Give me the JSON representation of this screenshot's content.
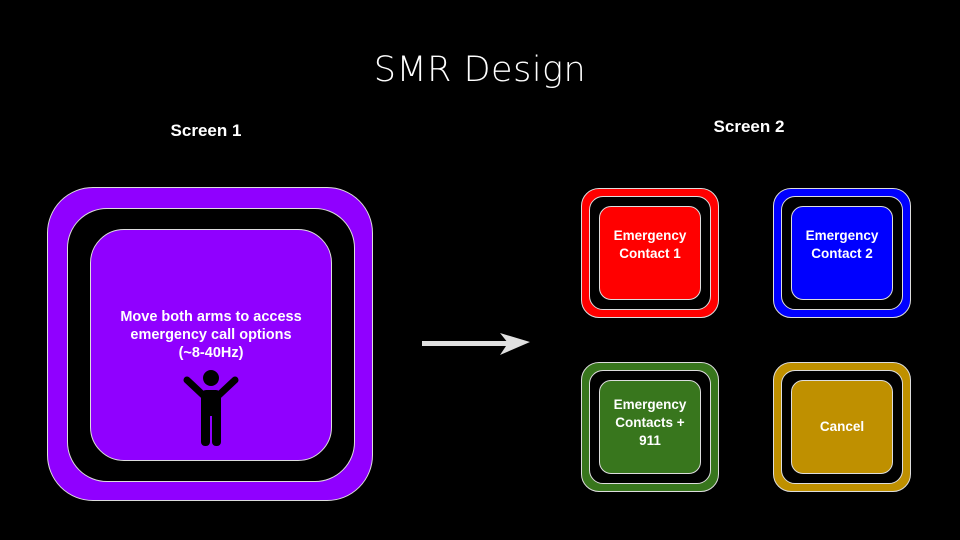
{
  "title": "SMR Design",
  "colors": {
    "background": "#000000",
    "screen1": "#9000ff",
    "contact1": "#ff0000",
    "contact2": "#0000ff",
    "contacts911": "#38761d",
    "cancel": "#bf9000",
    "arrow": "#e0e0e0"
  },
  "screen1": {
    "label": "Screen 1",
    "instruction_line1": "Move both arms to access",
    "instruction_line2": "emergency call options",
    "instruction_line3": "(~8-40Hz)",
    "icon": "person-arms-raised-icon"
  },
  "transition": {
    "icon": "right-arrow-icon"
  },
  "screen2": {
    "label": "Screen 2",
    "options": [
      {
        "line1": "Emergency",
        "line2": "Contact 1",
        "line3": ""
      },
      {
        "line1": "Emergency",
        "line2": "Contact 2",
        "line3": ""
      },
      {
        "line1": "Emergency",
        "line2": "Contacts +",
        "line3": "911"
      },
      {
        "line1": "Cancel",
        "line2": "",
        "line3": ""
      }
    ]
  }
}
